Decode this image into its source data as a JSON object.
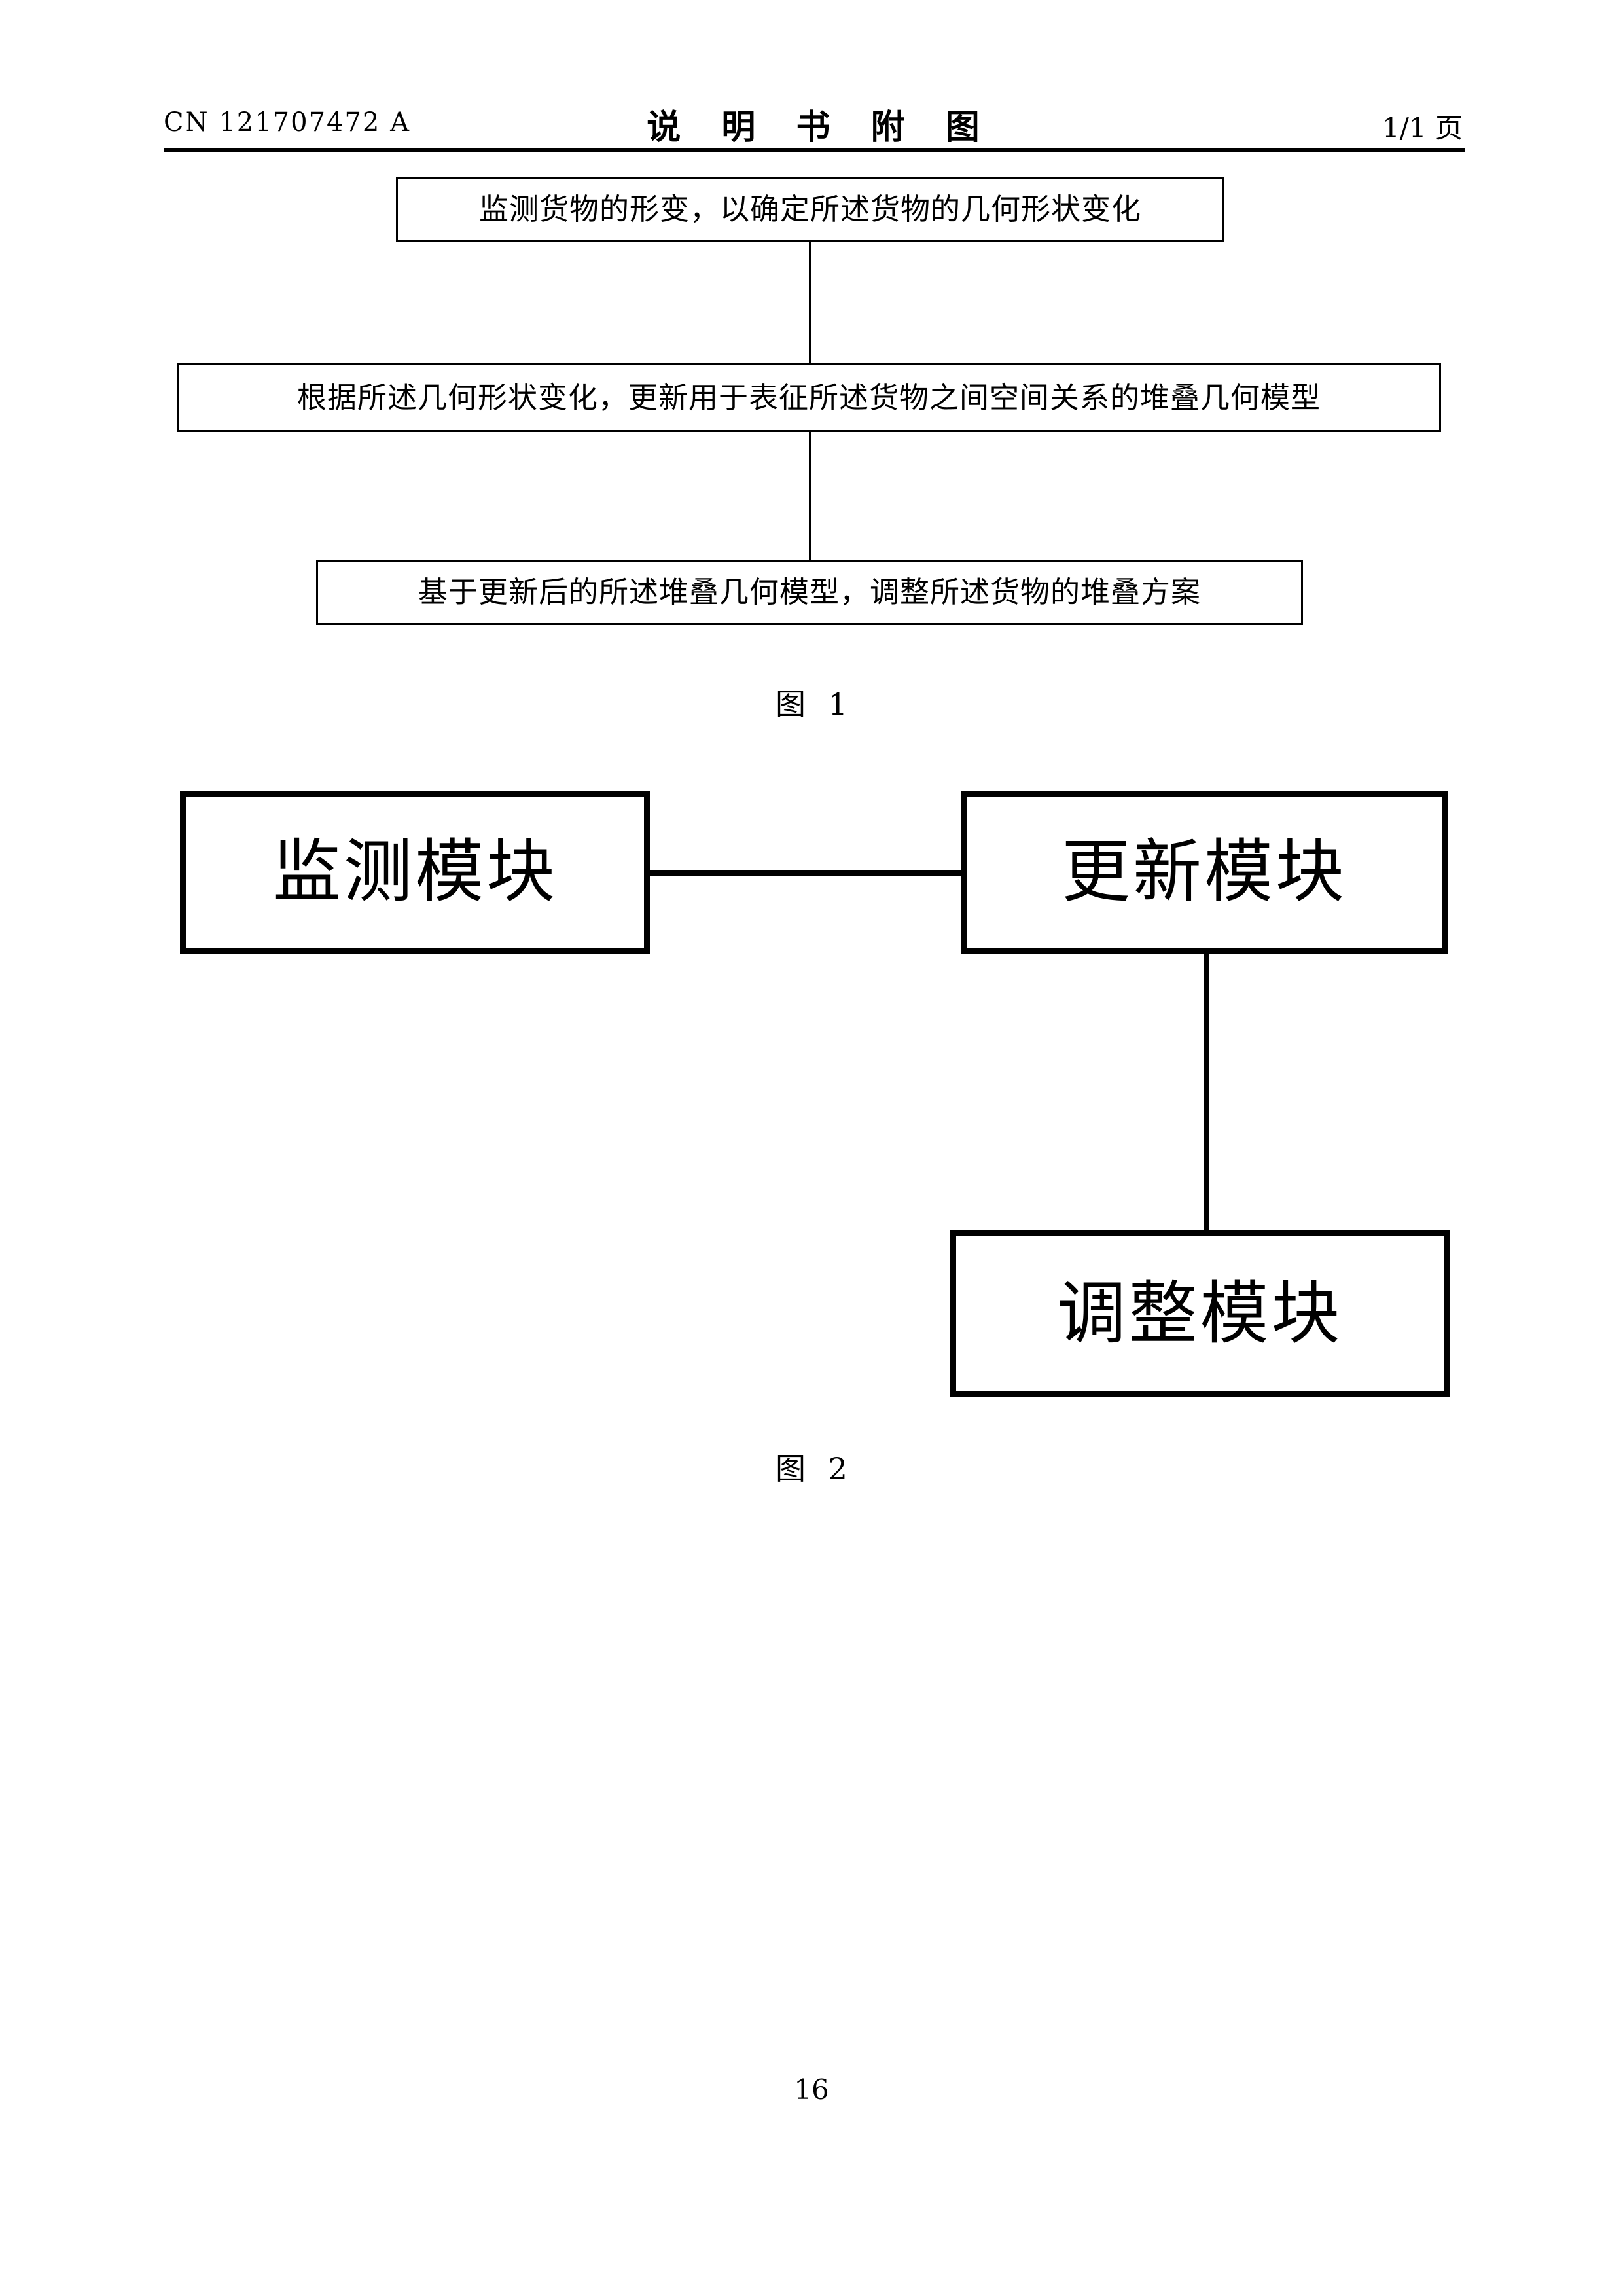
{
  "document": {
    "publication_number": "CN 121707472 A",
    "title": "说 明 书 附 图",
    "page_indicator": "1/1 页",
    "footer_page_number": "16"
  },
  "figure1": {
    "caption": "图 1",
    "steps": [
      {
        "id": "step-monitor",
        "text": "监测货物的形变，以确定所述货物的几何形状变化"
      },
      {
        "id": "step-update",
        "text": "根据所述几何形状变化，更新用于表征所述货物之间空间关系的堆叠几何模型"
      },
      {
        "id": "step-adjust",
        "text": "基于更新后的所述堆叠几何模型，调整所述货物的堆叠方案"
      }
    ]
  },
  "figure2": {
    "caption": "图 2",
    "modules": [
      {
        "id": "module-monitor",
        "text": "监测模块"
      },
      {
        "id": "module-update",
        "text": "更新模块"
      },
      {
        "id": "module-adjust",
        "text": "调整模块"
      }
    ]
  },
  "colors": {
    "ink": "#000000",
    "paper": "#ffffff"
  }
}
